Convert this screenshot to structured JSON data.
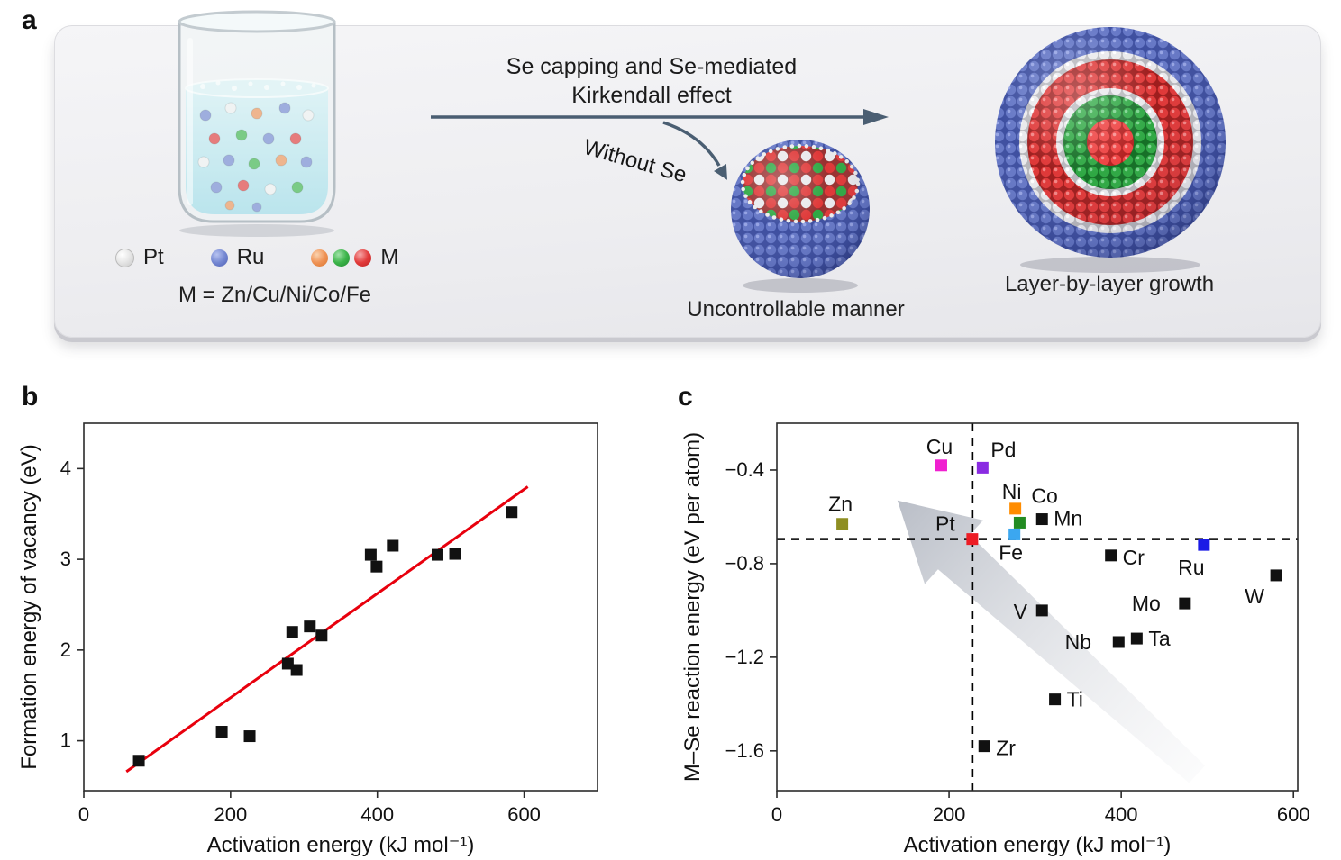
{
  "figure": {
    "panel_a": {
      "label": "a",
      "arrow_text_line1": "Se capping and Se-mediated",
      "arrow_text_line2": "Kirkendall effect",
      "without_se_label": "Without Se",
      "uncontrollable_label": "Uncontrollable manner",
      "layer_growth_label": "Layer-by-layer growth",
      "m_definition": "M = Zn/Cu/Ni/Co/Fe",
      "legend": {
        "pt_label": "Pt",
        "ru_label": "Ru",
        "m_label": "M"
      },
      "sphere_colors": {
        "pt": "#f2f2f2",
        "ru": "#7487d2",
        "m_orange": "#ef9356",
        "m_green": "#3cb44a",
        "m_red": "#e23b3b"
      }
    },
    "panel_b": {
      "label": "b"
    },
    "panel_c": {
      "label": "c"
    }
  },
  "chart_data": [
    {
      "id": "chartB",
      "type": "scatter",
      "panel": "b",
      "xlabel": "Activation energy (kJ mol⁻¹)",
      "ylabel": "Formation energy of vacancy (eV)",
      "xlim": [
        0,
        700
      ],
      "ylim": [
        0.45,
        4.5
      ],
      "xticks": [
        0,
        200,
        400,
        600
      ],
      "yticks": [
        1,
        2,
        3,
        4
      ],
      "marker": {
        "shape": "square",
        "size": 13,
        "color": "#111111"
      },
      "points": [
        {
          "x": 75,
          "y": 0.78
        },
        {
          "x": 188,
          "y": 1.1
        },
        {
          "x": 226,
          "y": 1.05
        },
        {
          "x": 278,
          "y": 1.85
        },
        {
          "x": 290,
          "y": 1.78
        },
        {
          "x": 284,
          "y": 2.2
        },
        {
          "x": 308,
          "y": 2.26
        },
        {
          "x": 324,
          "y": 2.16
        },
        {
          "x": 391,
          "y": 3.05
        },
        {
          "x": 399,
          "y": 2.92
        },
        {
          "x": 421,
          "y": 3.15
        },
        {
          "x": 482,
          "y": 3.05
        },
        {
          "x": 506,
          "y": 3.06
        },
        {
          "x": 583,
          "y": 3.52
        }
      ],
      "fit_line": {
        "x1": 58,
        "y1": 0.66,
        "x2": 605,
        "y2": 3.8,
        "color": "#e8000d"
      }
    },
    {
      "id": "chartC",
      "type": "scatter",
      "panel": "c",
      "xlabel": "Activation energy (kJ mol⁻¹)",
      "ylabel": "M–Se reaction energy (eV per atom)",
      "xlim": [
        0,
        605
      ],
      "ylim": [
        -1.77,
        -0.2
      ],
      "xticks": [
        0,
        200,
        400,
        600
      ],
      "yticks": [
        -0.4,
        -0.8,
        -1.2,
        -1.6
      ],
      "marker": {
        "shape": "square",
        "size": 13
      },
      "crosshair": {
        "x": 227,
        "y": -0.695,
        "color": "#000000"
      },
      "trend_arrow": {
        "tail_x": 488,
        "tail_y": -1.7,
        "tip_x": 140,
        "tip_y": -0.53
      },
      "points": [
        {
          "element": "Zn",
          "x": 76,
          "y": -0.63,
          "color": "#8e8e22",
          "label_dx": -2,
          "label_dy": -14,
          "anchor": "middle"
        },
        {
          "element": "Cu",
          "x": 191,
          "y": -0.38,
          "color": "#f020d0",
          "label_dx": -2,
          "label_dy": -13,
          "anchor": "middle"
        },
        {
          "element": "Pd",
          "x": 239,
          "y": -0.39,
          "color": "#8a2be2",
          "label_dx": 9,
          "label_dy": -12,
          "anchor": "start"
        },
        {
          "element": "Pt",
          "x": 227,
          "y": -0.695,
          "color": "#ed1c24",
          "label_dx": -30,
          "label_dy": -9,
          "anchor": "middle"
        },
        {
          "element": "Ni",
          "x": 277,
          "y": -0.565,
          "color": "#ff8c00",
          "label_dx": -4,
          "label_dy": -11,
          "anchor": "middle"
        },
        {
          "element": "Co",
          "x": 282,
          "y": -0.625,
          "color": "#228b22",
          "label_dx": 13,
          "label_dy": -22,
          "anchor": "start"
        },
        {
          "element": "Fe",
          "x": 276,
          "y": -0.675,
          "color": "#3ba7f0",
          "label_dx": -4,
          "label_dy": 28,
          "anchor": "middle"
        },
        {
          "element": "Mn",
          "x": 308,
          "y": -0.61,
          "color": "#111111",
          "label_dx": 13,
          "label_dy": 7,
          "anchor": "start"
        },
        {
          "element": "Cr",
          "x": 388,
          "y": -0.765,
          "color": "#111111",
          "label_dx": 13,
          "label_dy": 10,
          "anchor": "start"
        },
        {
          "element": "Ru",
          "x": 496,
          "y": -0.72,
          "color": "#1a1ae6",
          "label_dx": -14,
          "label_dy": 33,
          "anchor": "middle"
        },
        {
          "element": "W",
          "x": 580,
          "y": -0.85,
          "color": "#111111",
          "label_dx": -24,
          "label_dy": 31,
          "anchor": "middle"
        },
        {
          "element": "V",
          "x": 308,
          "y": -1.0,
          "color": "#111111",
          "label_dx": -24,
          "label_dy": 9,
          "anchor": "middle"
        },
        {
          "element": "Mo",
          "x": 474,
          "y": -0.97,
          "color": "#111111",
          "label_dx": -43,
          "label_dy": 8,
          "anchor": "middle"
        },
        {
          "element": "Nb",
          "x": 397,
          "y": -1.135,
          "color": "#111111",
          "label_dx": -45,
          "label_dy": 8,
          "anchor": "middle"
        },
        {
          "element": "Ta",
          "x": 418,
          "y": -1.12,
          "color": "#111111",
          "label_dx": 13,
          "label_dy": 8,
          "anchor": "start"
        },
        {
          "element": "Ti",
          "x": 323,
          "y": -1.38,
          "color": "#111111",
          "label_dx": 13,
          "label_dy": 8,
          "anchor": "start"
        },
        {
          "element": "Zr",
          "x": 241,
          "y": -1.58,
          "color": "#111111",
          "label_dx": 13,
          "label_dy": 10,
          "anchor": "start"
        }
      ]
    }
  ]
}
